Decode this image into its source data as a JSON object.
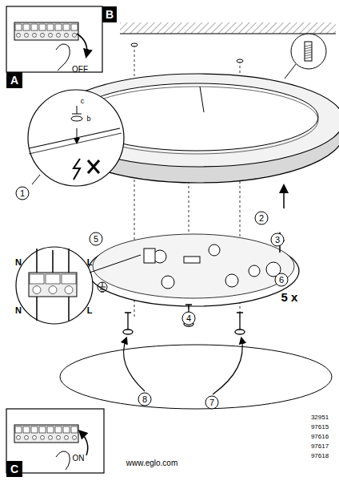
{
  "diagram": {
    "labels": [
      "A",
      "OFF",
      "B",
      "c",
      "b",
      "1",
      "2",
      "3",
      "4",
      "5",
      "N",
      "N",
      "L",
      "L",
      "6",
      "5 x",
      "8",
      "7",
      "C",
      "ON",
      "www.eglo.com",
      "32951",
      "97615",
      "97616",
      "97617",
      "97618"
    ]
  }
}
